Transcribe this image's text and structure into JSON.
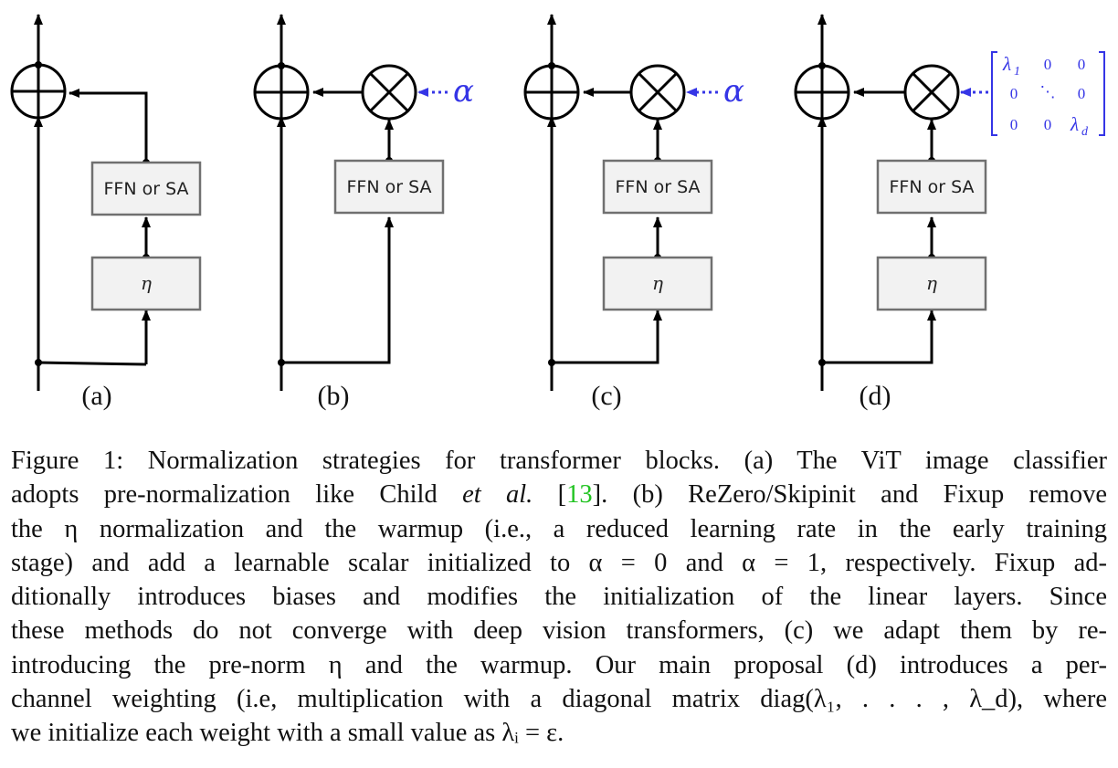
{
  "figure": {
    "block_label": "FFN or SA",
    "norm_symbol": "η",
    "scalar_symbol": "α",
    "matrix": {
      "top_left": "λ",
      "top_left_sub": "1",
      "bottom_right": "λ",
      "bottom_right_sub": "d",
      "zero": "0",
      "dots": "⋱"
    },
    "panel_labels": [
      "(a)",
      "(b)",
      "(c)",
      "(d)"
    ],
    "colors": {
      "accent": "#3535e6",
      "box_fill": "#f2f2f2",
      "box_stroke": "#707070",
      "citation": "#22c322"
    }
  },
  "caption": {
    "l1": "Figure 1: Normalization strategies for transformer blocks. (a) The ViT image classifier",
    "l2a": "adopts pre-normalization like Child ",
    "l2_etal": "et al.",
    "l2_open": " [",
    "l2_ref": "13",
    "l2b": "]. (b) ReZero/Skipinit and Fixup remove",
    "l3": "the η normalization and the warmup (i.e., a reduced learning rate in the early training",
    "l4": "stage) and add a learnable scalar initialized to α = 0 and α = 1, respectively. Fixup ad-",
    "l5": "ditionally introduces biases and modifies the initialization of the linear layers. Since",
    "l6": "these methods do not converge with deep vision transformers, (c) we adapt them by re-",
    "l7": "introducing the pre-norm η and the warmup. Our main proposal (d) introduces a per-",
    "l8": "channel weighting (i.e, multiplication with a diagonal matrix diag(λ₁, . . . , λ_d), where",
    "l9": "we initialize each weight with a small value as λᵢ = ε."
  }
}
